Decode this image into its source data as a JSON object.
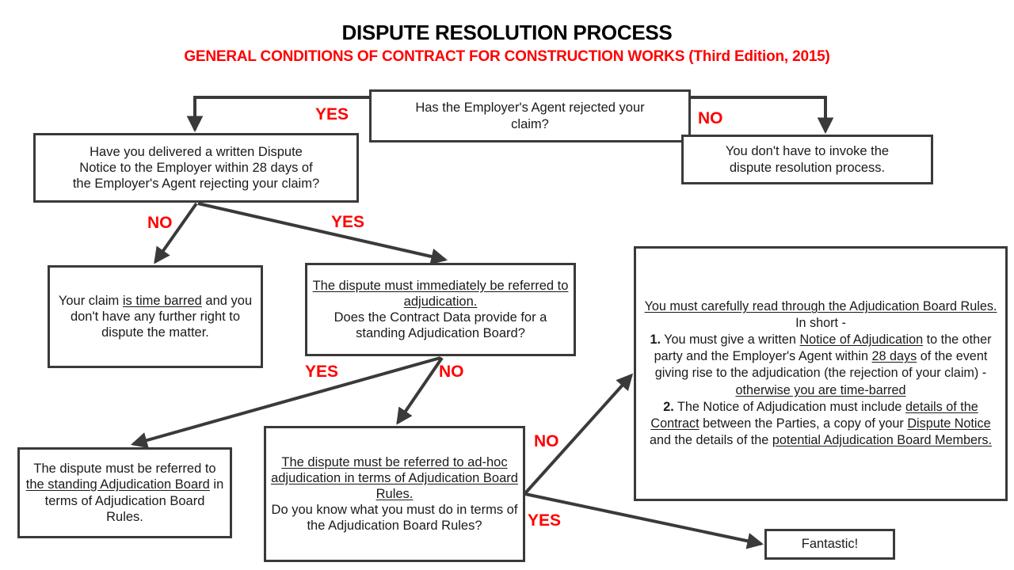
{
  "title": {
    "main": "DISPUTE RESOLUTION PROCESS",
    "sub": "GENERAL CONDITIONS OF CONTRACT FOR CONSTRUCTION WORKS (Third Edition, 2015)"
  },
  "colors": {
    "label_red": "#ff0000",
    "box_border": "#3a3a3a",
    "connector": "#3a3a3a",
    "text": "#1a1a1a",
    "background": "#ffffff"
  },
  "chart_data": {
    "type": "diagram",
    "diagram_type": "flowchart",
    "title": "DISPUTE RESOLUTION PROCESS",
    "subtitle": "GENERAL CONDITIONS OF CONTRACT FOR CONSTRUCTION WORKS (Third Edition, 2015)",
    "nodes": [
      {
        "id": "question",
        "text": "Has the Employer's Agent rejected your claim?",
        "shape": "rect",
        "role": "decision"
      },
      {
        "id": "dispute",
        "text": "Have you delivered a written Dispute Notice to the Employer within 28 days of the Employer's Agent rejecting your claim?",
        "shape": "rect",
        "role": "decision"
      },
      {
        "id": "noinvoke",
        "text": "You don't have to invoke the dispute resolution process.",
        "shape": "rect",
        "role": "terminal"
      },
      {
        "id": "timebarred",
        "text": "Your claim is time barred and you don't have any further right to dispute the matter.",
        "shape": "rect",
        "role": "terminal"
      },
      {
        "id": "adjudicate",
        "text": "The dispute must immediately be referred to adjudication. Does the Contract Data provide for a standing Adjudication Board?",
        "shape": "rect",
        "role": "decision"
      },
      {
        "id": "rules",
        "text": "You must carefully read through the Adjudication Board Rules. In short - 1. You must give a written Notice of Adjudication to the other party and the Employer's Agent within 28 days of the event giving rise to the adjudication (the rejection of your claim) - otherwise you are time-barred 2. The Notice of Adjudication must include details of the Contract between the Parties, a copy of your Dispute Notice and the details of the potential Adjudication Board Members.",
        "shape": "rect",
        "role": "info"
      },
      {
        "id": "standing",
        "text": "The dispute must be referred to the standing Adjudication Board in terms of Adjudication Board Rules.",
        "shape": "rect",
        "role": "terminal"
      },
      {
        "id": "adhoc",
        "text": "The dispute must be referred to ad-hoc adjudication in terms of Adjudication Board Rules. Do you know what you must do in terms of the Adjudication Board Rules?",
        "shape": "rect",
        "role": "decision"
      },
      {
        "id": "fantastic",
        "text": "Fantastic!",
        "shape": "rect",
        "role": "terminal"
      }
    ],
    "edges": [
      {
        "from": "question",
        "to": "dispute",
        "label": "YES"
      },
      {
        "from": "question",
        "to": "noinvoke",
        "label": "NO"
      },
      {
        "from": "dispute",
        "to": "timebarred",
        "label": "NO"
      },
      {
        "from": "dispute",
        "to": "adjudicate",
        "label": "YES"
      },
      {
        "from": "adjudicate",
        "to": "standing",
        "label": "YES"
      },
      {
        "from": "adjudicate",
        "to": "adhoc",
        "label": "NO"
      },
      {
        "from": "adhoc",
        "to": "rules",
        "label": "NO"
      },
      {
        "from": "adhoc",
        "to": "fantastic",
        "label": "YES"
      }
    ]
  },
  "nodes": {
    "question": {
      "line1": "Has the Employer's Agent rejected  your",
      "line2": "claim?"
    },
    "dispute": {
      "line1": "Have you delivered a written Dispute",
      "line2": "Notice to the Employer within 28 days of",
      "line3": "the Employer's Agent rejecting your claim?"
    },
    "noinvoke": {
      "line1": "You don't have to invoke the",
      "line2": "dispute resolution process."
    },
    "timebarred": {
      "pre": "Your claim ",
      "underlined": "is time barred",
      "rest": " and you don't have any further right to dispute the matter."
    },
    "adjudicate": {
      "underlined": "The dispute must immediately be referred  to adjudication.",
      "rest": "Does the Contract Data provide for a standing Adjudication Board?"
    },
    "rules": {
      "heading_underlined": "You must carefully read through the Adjudication Board Rules.",
      "inshort": "In short -",
      "item1_num": "1.",
      "item1_a": " You must give a written ",
      "item1_u1": "Notice of Adjudication",
      "item1_b": " to the other party and the Employer's Agent within ",
      "item1_u2": "28 days",
      "item1_c": " of the event giving rise to the adjudication (the rejection of your claim) - ",
      "item1_u3": "otherwise  you are time-barred",
      "item2_num": "2.",
      "item2_a": " The Notice of Adjudication must include ",
      "item2_u1": "details of the Contract",
      "item2_b": " between the Parties, a copy of your ",
      "item2_u2": "Dispute Notice",
      "item2_c": " and the details of the ",
      "item2_u3": "potential Adjudication Board Members."
    },
    "standing": {
      "pre": "The dispute must be referred  to ",
      "underlined": "the standing Adjudication Board",
      "rest": " in terms of Adjudication Board Rules."
    },
    "adhoc": {
      "underlined": "The dispute must be referred  to ad-hoc adjudication in terms of Adjudication Board Rules.",
      "rest": "Do you know what you must do in terms of the Adjudication Board Rules?"
    },
    "fantastic": {
      "text": "Fantastic!"
    }
  },
  "labels": {
    "yes_top": "YES",
    "no_top": "NO",
    "no_dispute": "NO",
    "yes_dispute": "YES",
    "yes_adjudicate": "YES",
    "no_adjudicate": "NO",
    "no_adhoc": "NO",
    "yes_adhoc": "YES"
  }
}
